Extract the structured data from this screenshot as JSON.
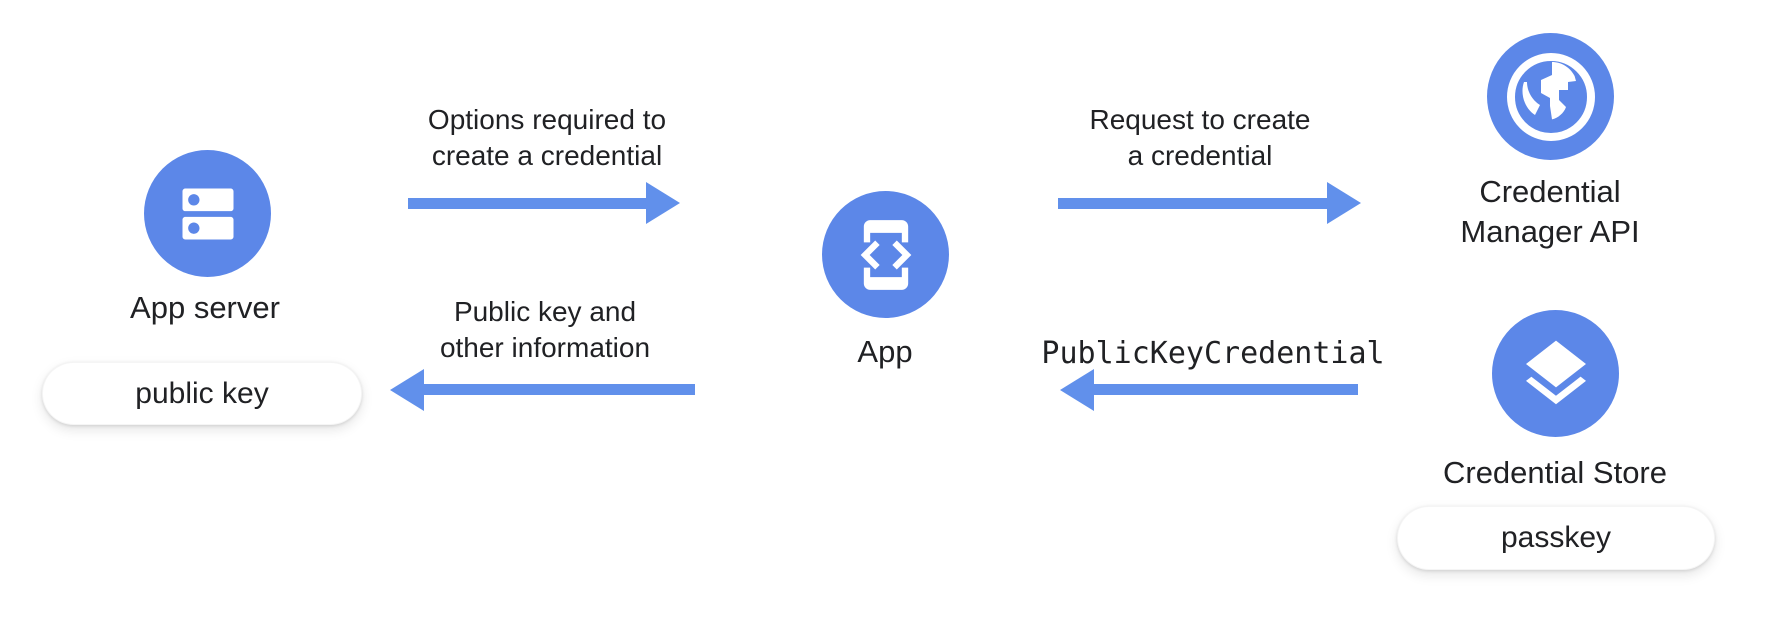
{
  "colors": {
    "node-blue": "#5C87E8",
    "arrow-blue": "#6190EB",
    "text": "#202124",
    "pill-bg": "#FFFFFF"
  },
  "nodes": {
    "app_server": {
      "label": "App server",
      "icon": "server-icon"
    },
    "app": {
      "label": "App",
      "icon": "phone-code-icon"
    },
    "credential_manager": {
      "label_lines": [
        "Credential",
        "Manager API"
      ],
      "icon": "globe-icon"
    },
    "credential_store": {
      "label": "Credential Store",
      "icon": "layers-icon"
    }
  },
  "pills": {
    "public_key": "public key",
    "passkey": "passkey"
  },
  "arrows": [
    {
      "id": "options-arrow",
      "direction": "right",
      "from": "App server",
      "to": "App",
      "caption_lines": [
        "Options required to",
        "create a credential"
      ]
    },
    {
      "id": "public-key-arrow",
      "direction": "left",
      "from": "App",
      "to": "App server",
      "caption_lines": [
        "Public key and",
        "other information"
      ]
    },
    {
      "id": "request-arrow",
      "direction": "right",
      "from": "App",
      "to": "Credential Manager API",
      "caption_lines": [
        "Request to create",
        "a credential"
      ]
    },
    {
      "id": "publickeycredential-arrow",
      "direction": "left",
      "from": "Credential Store",
      "to": "App",
      "caption_style": "monospace",
      "caption_lines": [
        "PublicKeyCredential"
      ]
    }
  ]
}
